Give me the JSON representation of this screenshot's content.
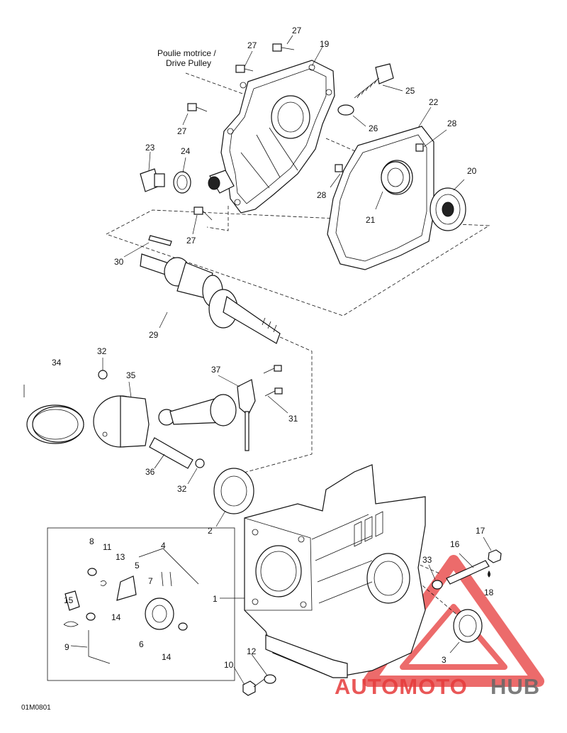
{
  "diagram": {
    "drawing_code": "01M0801",
    "drive_pulley_note": [
      "Poulie motrice /",
      "Drive Pulley"
    ],
    "callouts": [
      "1",
      "2",
      "3",
      "4",
      "5",
      "6",
      "7",
      "8",
      "9",
      "10",
      "11",
      "12",
      "13",
      "14",
      "14",
      "15",
      "16",
      "17",
      "18",
      "19",
      "20",
      "21",
      "22",
      "23",
      "24",
      "25",
      "26",
      "27",
      "27",
      "27",
      "27",
      "28",
      "28",
      "29",
      "30",
      "31",
      "32",
      "32",
      "33",
      "34",
      "35",
      "36",
      "37"
    ]
  },
  "watermark": {
    "brand_part1": "AUTOMOTO",
    "brand_part2": "HUB",
    "color_primary": "#e63a3a",
    "color_secondary": "#666666"
  }
}
